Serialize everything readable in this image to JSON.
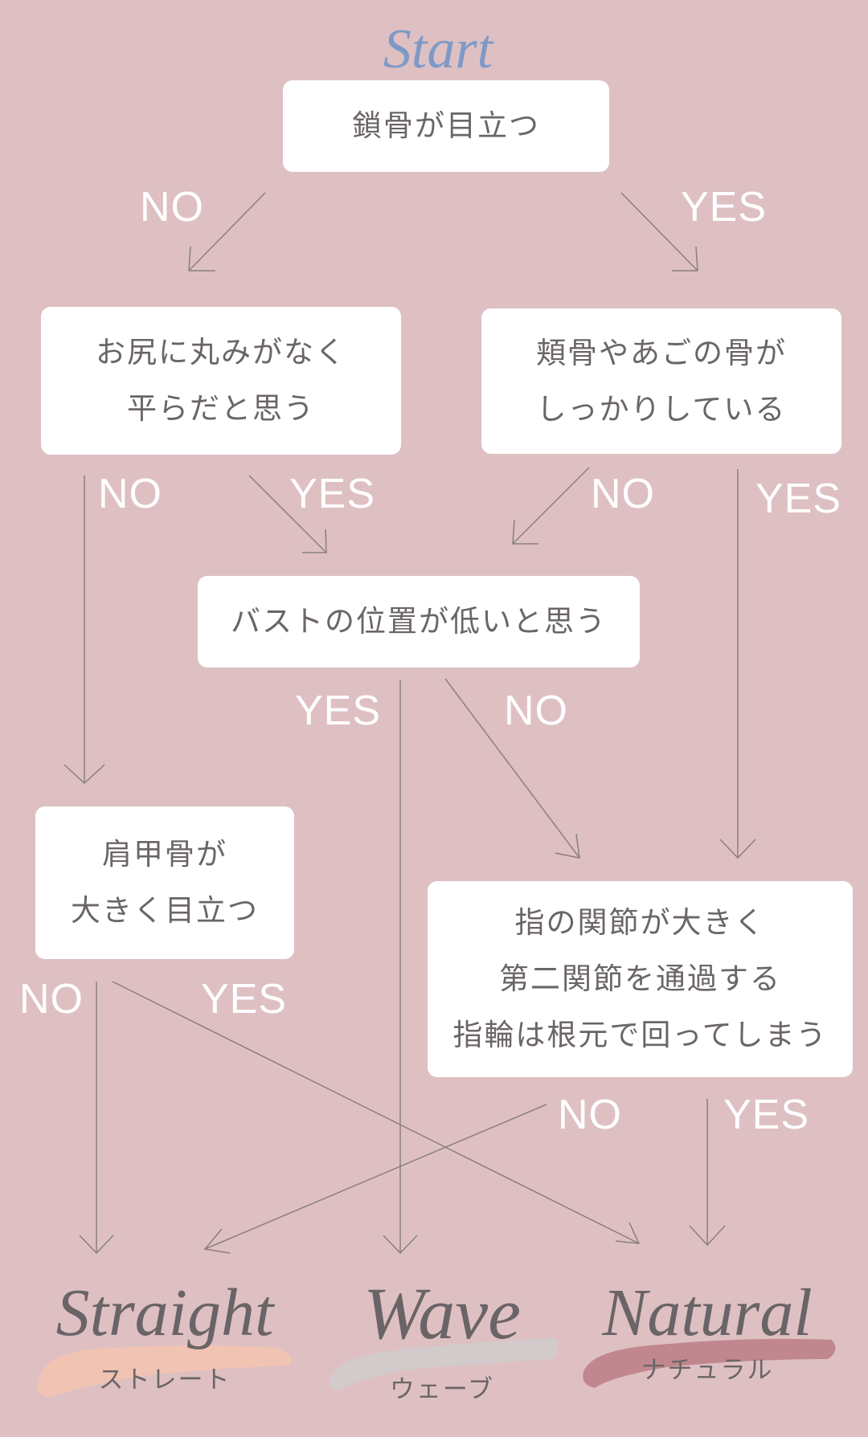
{
  "start_label": "Start",
  "questions": {
    "q1": {
      "lines": [
        "鎖骨が目立つ"
      ]
    },
    "q2": {
      "lines": [
        "お尻に丸みがなく",
        "平らだと思う"
      ]
    },
    "q3": {
      "lines": [
        "頬骨やあごの骨が",
        "しっかりしている"
      ]
    },
    "q4": {
      "lines": [
        "バストの位置が低いと思う"
      ]
    },
    "q5": {
      "lines": [
        "肩甲骨が",
        "大きく目立つ"
      ]
    },
    "q6": {
      "lines": [
        "指の関節が大きく",
        "第二関節を通過する",
        "指輪は根元で回ってしまう"
      ]
    }
  },
  "answer_labels": {
    "q1_no": "NO",
    "q1_yes": "YES",
    "q2_no": "NO",
    "q2_yes": "YES",
    "q3_no": "NO",
    "q3_yes": "YES",
    "q4_yes": "YES",
    "q4_no": "NO",
    "q5_no": "NO",
    "q5_yes": "YES",
    "q6_no": "NO",
    "q6_yes": "YES"
  },
  "results": {
    "straight": {
      "name": "Straight",
      "jp": "ストレート",
      "brush_color": "#f1c3b2"
    },
    "wave": {
      "name": "Wave",
      "jp": "ウェーブ",
      "brush_color": "#d2cacb"
    },
    "natural": {
      "name": "Natural",
      "jp": "ナチュラル",
      "brush_color": "#c0888e"
    }
  },
  "colors": {
    "background": "#dec0c3",
    "box": "#ffffff",
    "line": "#8a7f81",
    "start_text": "#7e99c6"
  }
}
